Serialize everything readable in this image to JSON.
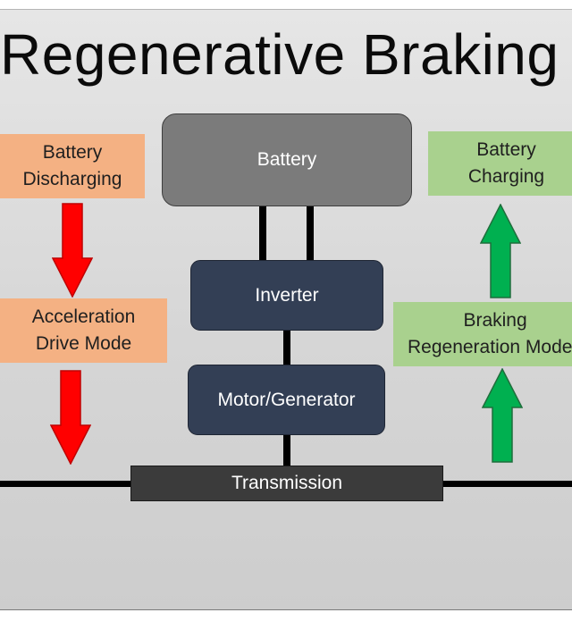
{
  "title": "Regenerative Braking",
  "blocks": {
    "battery": "Battery",
    "inverter": "Inverter",
    "motor_generator": "Motor/Generator",
    "transmission": "Transmission"
  },
  "labels": {
    "battery_discharging": "Battery\nDischarging",
    "acceleration_drive_mode": "Acceleration\nDrive Mode",
    "battery_charging": "Battery\nCharging",
    "braking_regeneration_mode": "  Braking\nRegeneration Mode"
  },
  "colors": {
    "discharge_label": "#f4b183",
    "charge_label": "#a9d18e",
    "discharge_arrow": "#ff0000",
    "charge_arrow": "#00b050",
    "battery_block": "#7b7b7b",
    "electronics_block": "#333f55",
    "transmission_block": "#3b3b3b"
  },
  "arrows": {
    "left": "down",
    "right": "up"
  }
}
